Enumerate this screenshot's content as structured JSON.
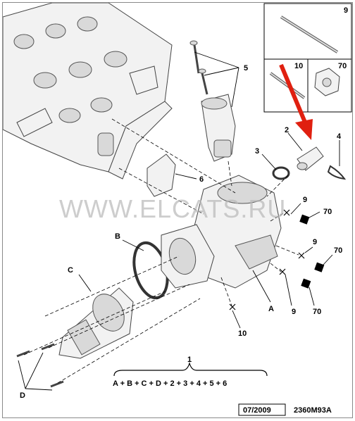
{
  "diagram": {
    "watermark": "WWW.ELCATS.RU",
    "inset_labels": {
      "top": "9",
      "left": "10",
      "right": "70"
    },
    "part_labels": {
      "p1": "1",
      "p2": "2",
      "p3": "3",
      "p4": "4",
      "p5": "5",
      "p6": "6",
      "pA": "A",
      "pB": "B",
      "pC": "C",
      "pD": "D",
      "p9a": "9",
      "p9b": "9",
      "p9c": "9",
      "p70a": "70",
      "p70b": "70",
      "p70c": "70",
      "p10": "10"
    },
    "formula": "A + B + C + D + 2 + 3 + 4 + 5 + 6",
    "date_code": "07/2009",
    "ref_code": "2360M93A",
    "colors": {
      "line": "#000000",
      "part_fill": "#f2f2f2",
      "arrow": "#e02010",
      "watermark": "#b8b8b8"
    }
  }
}
